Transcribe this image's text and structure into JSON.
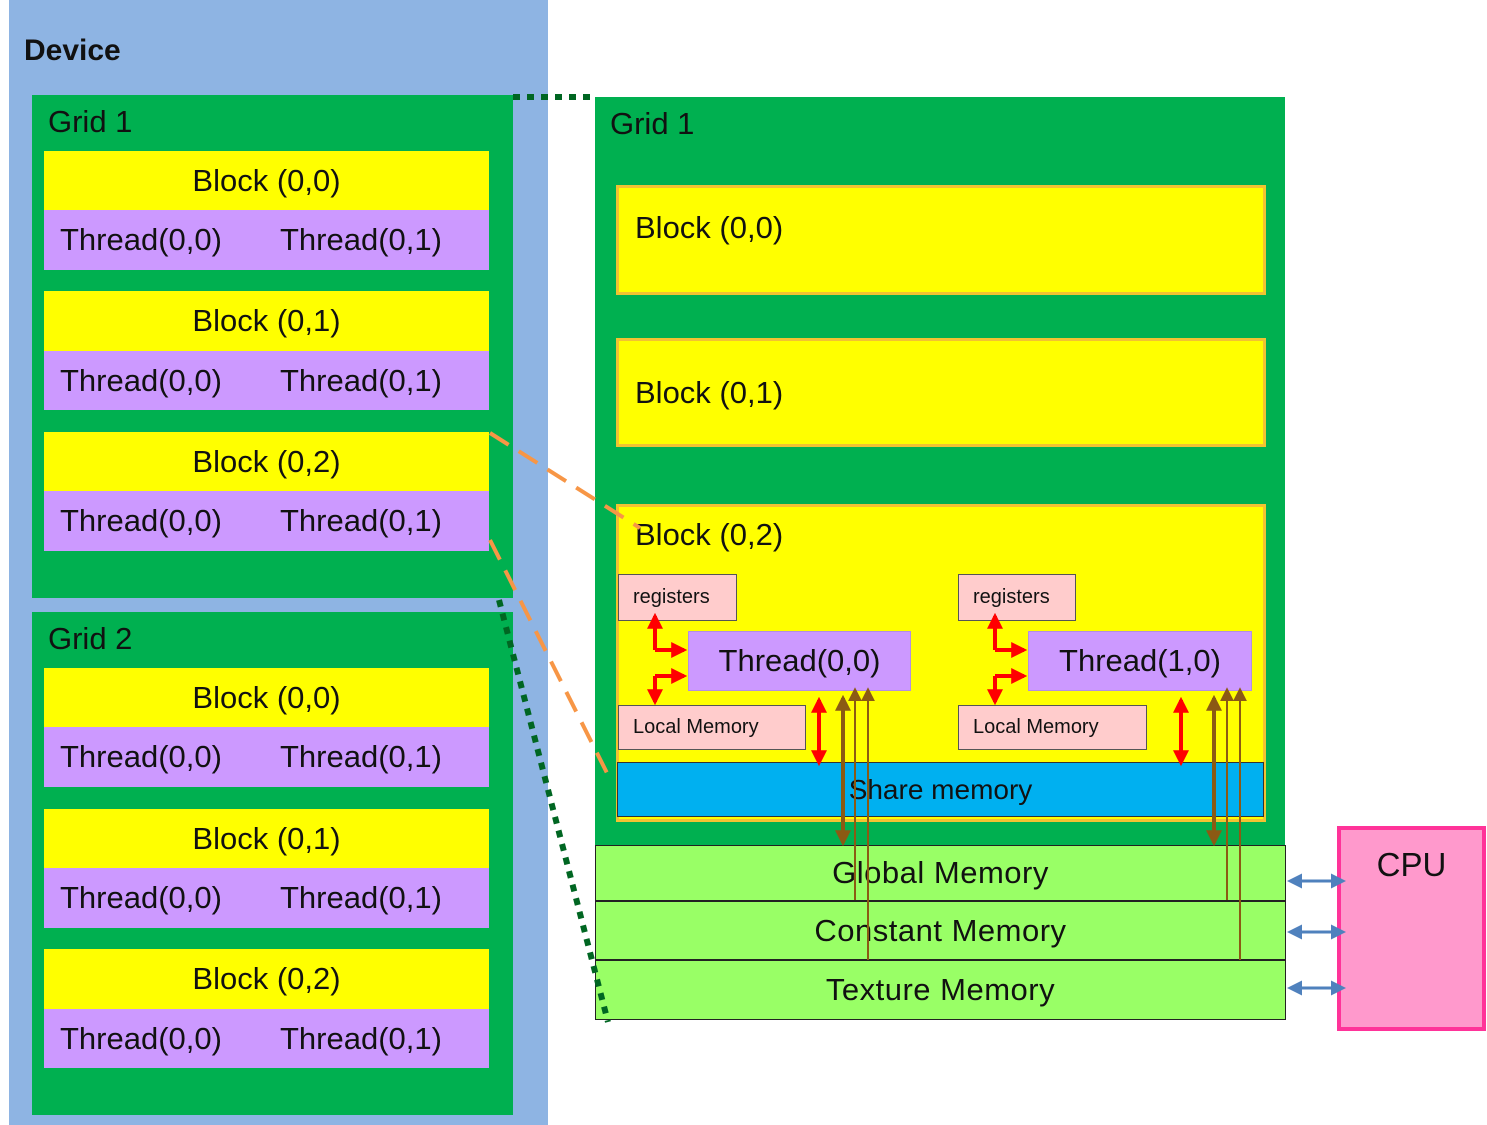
{
  "device": {
    "title": "Device"
  },
  "left_grids": [
    {
      "label": "Grid 1",
      "blocks": [
        {
          "label": "Block (0,0)",
          "threads": [
            "Thread(0,0)",
            "Thread(0,1)"
          ]
        },
        {
          "label": "Block (0,1)",
          "threads": [
            "Thread(0,0)",
            "Thread(0,1)"
          ]
        },
        {
          "label": "Block (0,2)",
          "threads": [
            "Thread(0,0)",
            "Thread(0,1)"
          ]
        }
      ]
    },
    {
      "label": "Grid 2",
      "blocks": [
        {
          "label": "Block (0,0)",
          "threads": [
            "Thread(0,0)",
            "Thread(0,1)"
          ]
        },
        {
          "label": "Block (0,1)",
          "threads": [
            "Thread(0,0)",
            "Thread(0,1)"
          ]
        },
        {
          "label": "Block (0,2)",
          "threads": [
            "Thread(0,0)",
            "Thread(0,1)"
          ]
        }
      ]
    }
  ],
  "detail_grid": {
    "label": "Grid 1",
    "blocks": [
      "Block (0,0)",
      "Block (0,1)",
      "Block (0,2)"
    ],
    "threads": [
      {
        "registers": "registers",
        "thread": "Thread(0,0)",
        "local": "Local Memory"
      },
      {
        "registers": "registers",
        "thread": "Thread(1,0)",
        "local": "Local Memory"
      }
    ],
    "share": "Share memory"
  },
  "memories": [
    "Global  Memory",
    "Constant  Memory",
    "Texture  Memory"
  ],
  "cpu": "CPU",
  "colors": {
    "device": "#8eb4e3",
    "grid": "#00b050",
    "block": "#ffff00",
    "thread": "#cc99ff",
    "box": "#ffcccc",
    "share": "#00b0f0",
    "memory": "#99ff66",
    "cpu_fill": "#ff99cc",
    "cpu_border": "#ff3399",
    "red_arrow": "#ff0000",
    "brown_arrow": "#8b5a14",
    "blue_arrow": "#4f81bd",
    "orange_dash": "#f79646",
    "green_dot": "#006622"
  }
}
